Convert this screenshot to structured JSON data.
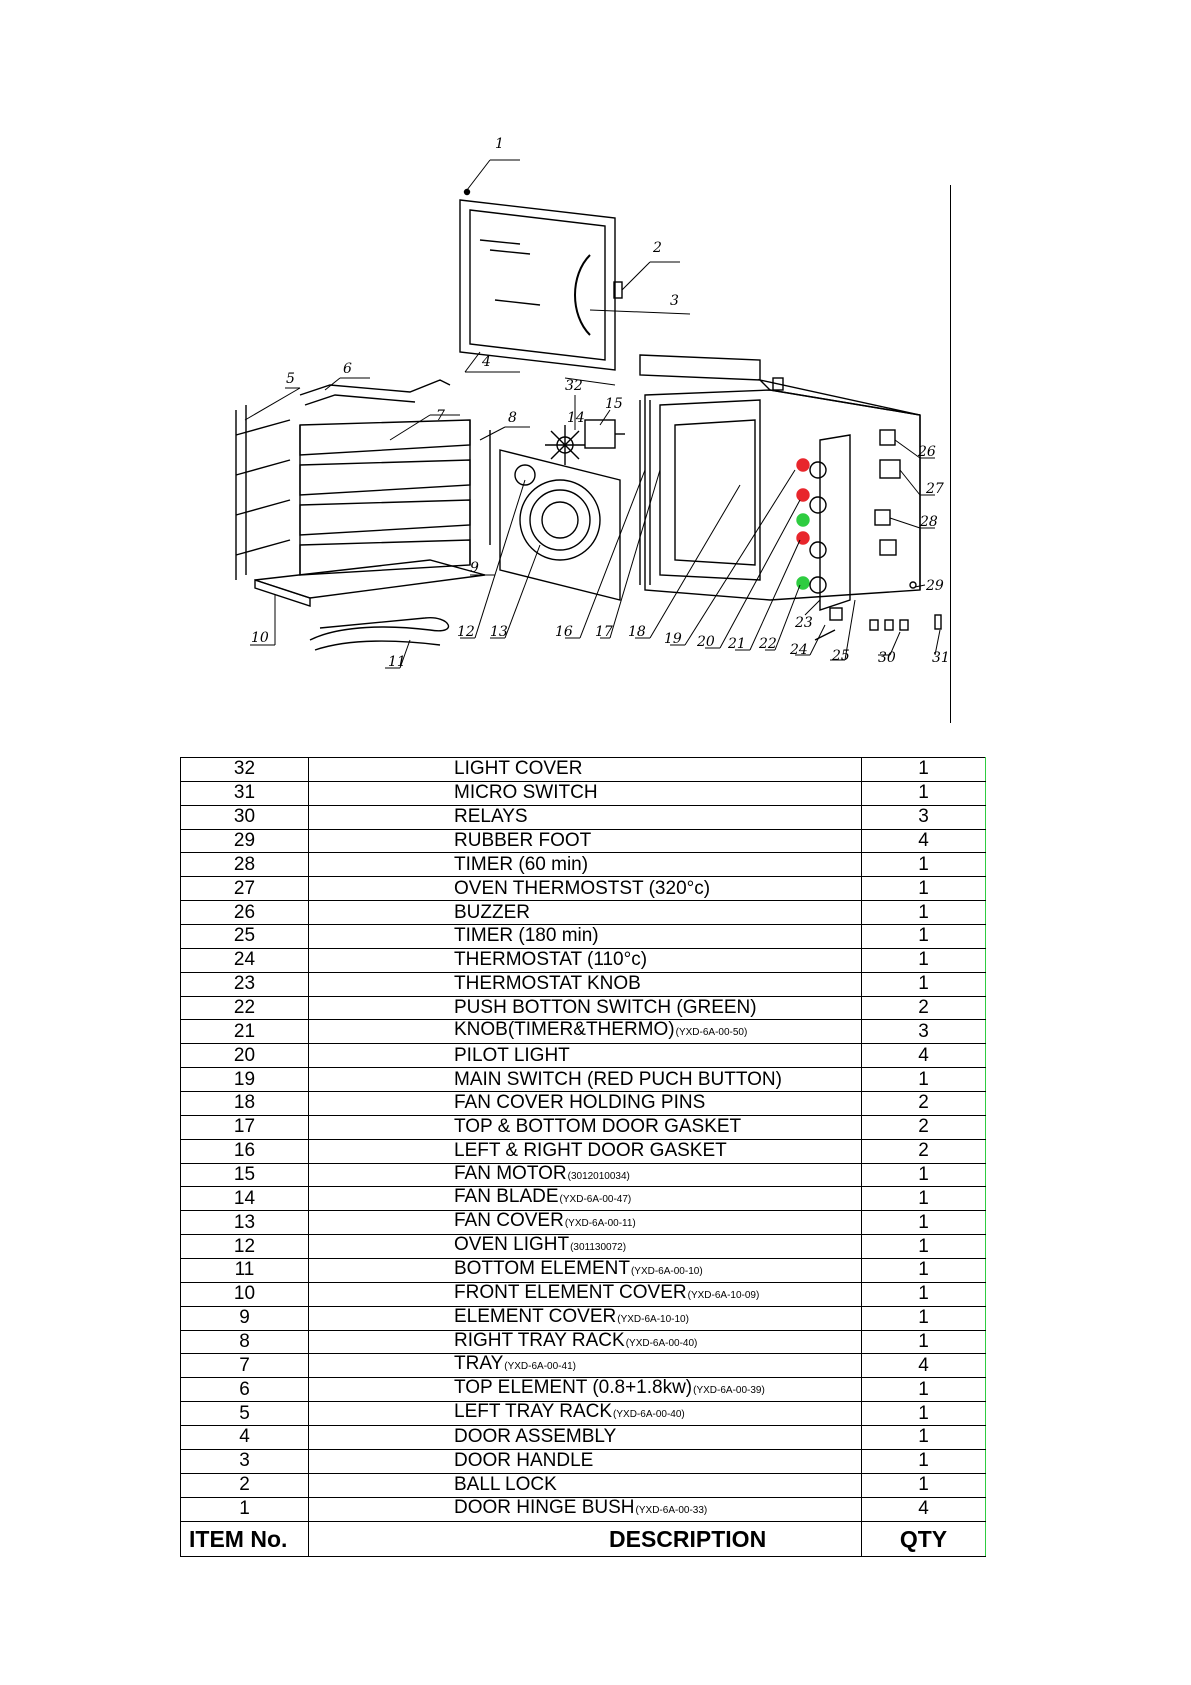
{
  "table": {
    "headers": {
      "item_no": "ITEM No.",
      "description": "DESCRIPTION",
      "qty": "QTY"
    },
    "rows": [
      {
        "no": "32",
        "desc": "LIGHT COVER",
        "code": "",
        "qty": "1"
      },
      {
        "no": "31",
        "desc": "MICRO SWITCH",
        "code": "",
        "qty": "1"
      },
      {
        "no": "30",
        "desc": "RELAYS",
        "code": "",
        "qty": "3"
      },
      {
        "no": "29",
        "desc": "RUBBER FOOT",
        "code": "",
        "qty": "4"
      },
      {
        "no": "28",
        "desc": "TIMER (60 min)",
        "code": "",
        "qty": "1"
      },
      {
        "no": "27",
        "desc": "OVEN THERMOSTST (320°c)",
        "code": "",
        "qty": "1"
      },
      {
        "no": "26",
        "desc": "BUZZER",
        "code": "",
        "qty": "1"
      },
      {
        "no": "25",
        "desc": "TIMER (180 min)",
        "code": "",
        "qty": "1"
      },
      {
        "no": "24",
        "desc": "THERMOSTAT (110°c)",
        "code": "",
        "qty": "1"
      },
      {
        "no": "23",
        "desc": "THERMOSTAT KNOB",
        "code": "",
        "qty": "1"
      },
      {
        "no": "22",
        "desc": "PUSH BOTTON SWITCH (GREEN)",
        "code": "",
        "qty": "2"
      },
      {
        "no": "21",
        "desc": "KNOB(TIMER&THERMO)",
        "code": "(YXD-6A-00-50)",
        "qty": "3"
      },
      {
        "no": "20",
        "desc": "PILOT LIGHT",
        "code": "",
        "qty": "4"
      },
      {
        "no": "19",
        "desc": "MAIN SWITCH (RED PUCH BUTTON)",
        "code": "",
        "qty": "1"
      },
      {
        "no": "18",
        "desc": "FAN COVER HOLDING PINS",
        "code": "",
        "qty": "2"
      },
      {
        "no": "17",
        "desc": "TOP & BOTTOM DOOR GASKET",
        "code": "",
        "qty": "2"
      },
      {
        "no": "16",
        "desc": "LEFT & RIGHT DOOR GASKET",
        "code": "",
        "qty": "2"
      },
      {
        "no": "15",
        "desc": "FAN MOTOR",
        "code": "(3012010034)",
        "qty": "1"
      },
      {
        "no": "14",
        "desc": "FAN BLADE",
        "code": "(YXD-6A-00-47)",
        "qty": "1"
      },
      {
        "no": "13",
        "desc": "FAN COVER",
        "code": "(YXD-6A-00-11)",
        "qty": "1"
      },
      {
        "no": "12",
        "desc": "OVEN LIGHT",
        "code": "(301130072)",
        "qty": "1"
      },
      {
        "no": "11",
        "desc": "BOTTOM ELEMENT",
        "code": "(YXD-6A-00-10)",
        "qty": "1"
      },
      {
        "no": "10",
        "desc": "FRONT ELEMENT COVER",
        "code": "(YXD-6A-10-09)",
        "qty": "1"
      },
      {
        "no": "9",
        "desc": "ELEMENT COVER",
        "code": "(YXD-6A-10-10)",
        "qty": "1"
      },
      {
        "no": "8",
        "desc": "RIGHT TRAY RACK",
        "code": "(YXD-6A-00-40)",
        "qty": "1"
      },
      {
        "no": "7",
        "desc": "TRAY",
        "code": "(YXD-6A-00-41)",
        "qty": "4"
      },
      {
        "no": "6",
        "desc": "TOP ELEMENT  (0.8+1.8kw)",
        "code": "(YXD-6A-00-39)",
        "qty": "1"
      },
      {
        "no": "5",
        "desc": "LEFT TRAY RACK",
        "code": "(YXD-6A-00-40)",
        "qty": "1"
      },
      {
        "no": "4",
        "desc": "DOOR ASSEMBLY",
        "code": "",
        "qty": "1"
      },
      {
        "no": "3",
        "desc": "DOOR HANDLE",
        "code": "",
        "qty": "1"
      },
      {
        "no": "2",
        "desc": "BALL LOCK",
        "code": "",
        "qty": "1"
      },
      {
        "no": "1",
        "desc": "DOOR HINGE BUSH",
        "code": "(YXD-6A-00-33)",
        "qty": "4"
      }
    ]
  },
  "callouts": [
    "1",
    "2",
    "3",
    "4",
    "5",
    "6",
    "7",
    "8",
    "9",
    "10",
    "11",
    "12",
    "13",
    "14",
    "15",
    "16",
    "17",
    "18",
    "19",
    "20",
    "21",
    "22",
    "23",
    "24",
    "25",
    "26",
    "27",
    "28",
    "29",
    "30",
    "31",
    "32"
  ],
  "colors": {
    "pilot_red": "#e8262c",
    "switch_green": "#2ecc40",
    "grid_line": "#2ecc40"
  }
}
